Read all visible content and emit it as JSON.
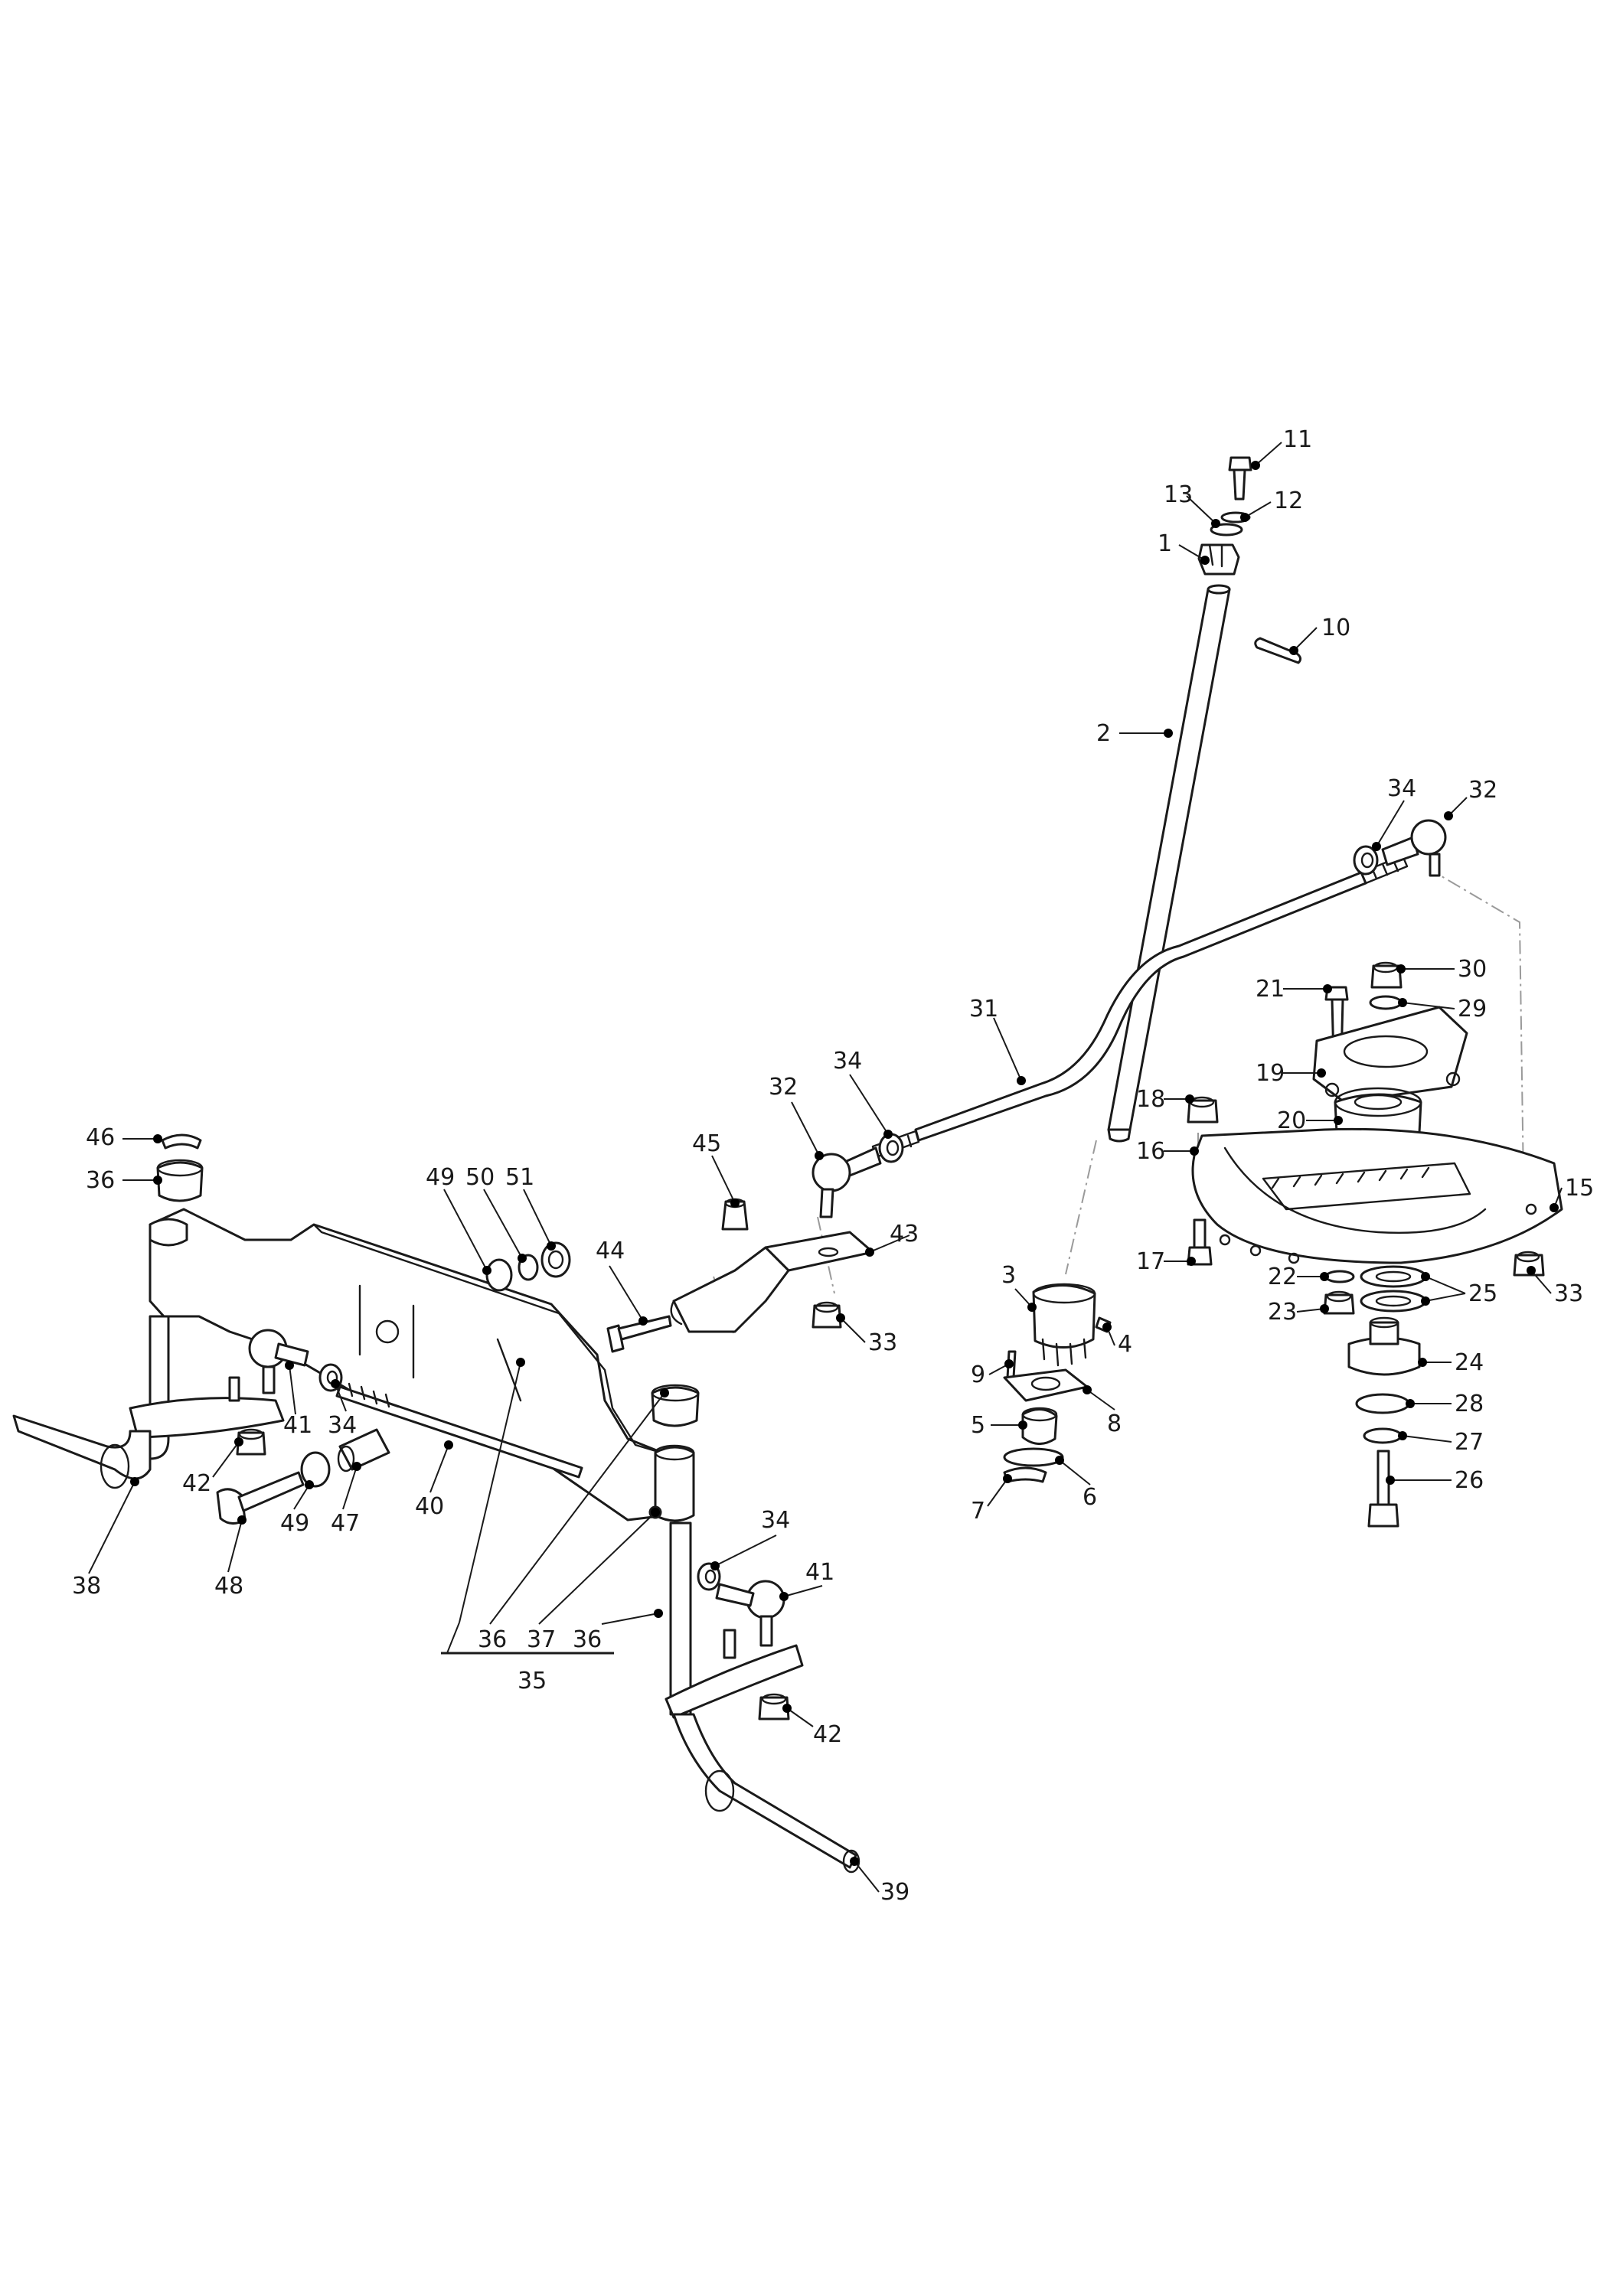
{
  "callouts": [
    {
      "id": "c1",
      "text": "1"
    },
    {
      "id": "c2",
      "text": "2"
    },
    {
      "id": "c3",
      "text": "3"
    },
    {
      "id": "c4",
      "text": "4"
    },
    {
      "id": "c5",
      "text": "5"
    },
    {
      "id": "c6",
      "text": "6"
    },
    {
      "id": "c7",
      "text": "7"
    },
    {
      "id": "c8",
      "text": "8"
    },
    {
      "id": "c9",
      "text": "9"
    },
    {
      "id": "c10",
      "text": "10"
    },
    {
      "id": "c11",
      "text": "11"
    },
    {
      "id": "c12",
      "text": "12"
    },
    {
      "id": "c13",
      "text": "13"
    },
    {
      "id": "c15",
      "text": "15"
    },
    {
      "id": "c16",
      "text": "16"
    },
    {
      "id": "c17",
      "text": "17"
    },
    {
      "id": "c18",
      "text": "18"
    },
    {
      "id": "c19",
      "text": "19"
    },
    {
      "id": "c20",
      "text": "20"
    },
    {
      "id": "c21",
      "text": "21"
    },
    {
      "id": "c22",
      "text": "22"
    },
    {
      "id": "c23",
      "text": "23"
    },
    {
      "id": "c24",
      "text": "24"
    },
    {
      "id": "c25",
      "text": "25"
    },
    {
      "id": "c26",
      "text": "26"
    },
    {
      "id": "c27",
      "text": "27"
    },
    {
      "id": "c28",
      "text": "28"
    },
    {
      "id": "c29",
      "text": "29"
    },
    {
      "id": "c30",
      "text": "30"
    },
    {
      "id": "c31",
      "text": "31"
    },
    {
      "id": "c32a",
      "text": "32"
    },
    {
      "id": "c32b",
      "text": "32"
    },
    {
      "id": "c33a",
      "text": "33"
    },
    {
      "id": "c33b",
      "text": "33"
    },
    {
      "id": "c34a",
      "text": "34"
    },
    {
      "id": "c34b",
      "text": "34"
    },
    {
      "id": "c34c",
      "text": "34"
    },
    {
      "id": "c34d",
      "text": "34"
    },
    {
      "id": "c35",
      "text": "35"
    },
    {
      "id": "c36a",
      "text": "36"
    },
    {
      "id": "c36b",
      "text": "36"
    },
    {
      "id": "c36c",
      "text": "36"
    },
    {
      "id": "c37",
      "text": "37"
    },
    {
      "id": "c38",
      "text": "38"
    },
    {
      "id": "c39",
      "text": "39"
    },
    {
      "id": "c40",
      "text": "40"
    },
    {
      "id": "c41a",
      "text": "41"
    },
    {
      "id": "c41b",
      "text": "41"
    },
    {
      "id": "c42a",
      "text": "42"
    },
    {
      "id": "c42b",
      "text": "42"
    },
    {
      "id": "c43",
      "text": "43"
    },
    {
      "id": "c44",
      "text": "44"
    },
    {
      "id": "c45",
      "text": "45"
    },
    {
      "id": "c46",
      "text": "46"
    },
    {
      "id": "c47",
      "text": "47"
    },
    {
      "id": "c48",
      "text": "48"
    },
    {
      "id": "c49a",
      "text": "49"
    },
    {
      "id": "c49b",
      "text": "49"
    },
    {
      "id": "c50",
      "text": "50"
    },
    {
      "id": "c51",
      "text": "51"
    }
  ]
}
